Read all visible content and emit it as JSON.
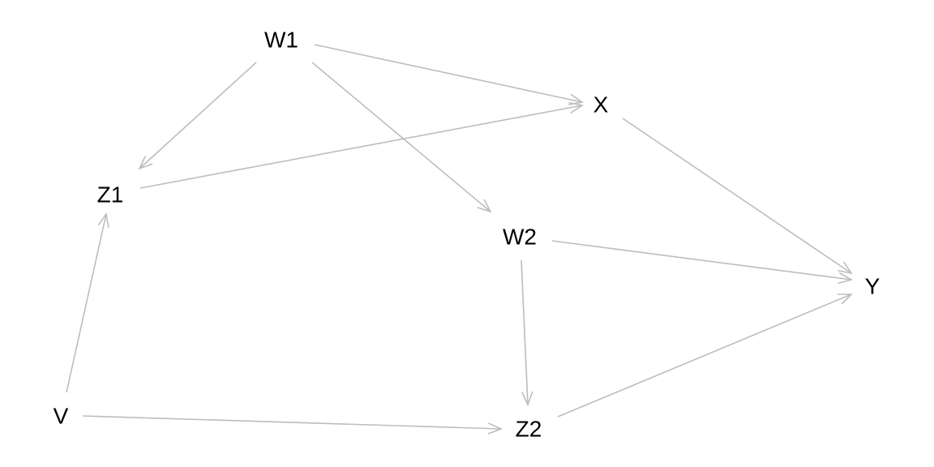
{
  "nodes": [
    {
      "id": "W1",
      "label": "W1"
    },
    {
      "id": "X",
      "label": "X"
    },
    {
      "id": "Z1",
      "label": "Z1"
    },
    {
      "id": "W2",
      "label": "W2"
    },
    {
      "id": "Y",
      "label": "Y"
    },
    {
      "id": "V",
      "label": "V"
    },
    {
      "id": "Z2",
      "label": "Z2"
    }
  ],
  "edges": [
    {
      "from": "W1",
      "to": "X"
    },
    {
      "from": "W1",
      "to": "Z1"
    },
    {
      "from": "W1",
      "to": "W2"
    },
    {
      "from": "Z1",
      "to": "X"
    },
    {
      "from": "X",
      "to": "Y"
    },
    {
      "from": "W2",
      "to": "Y"
    },
    {
      "from": "W2",
      "to": "Z2"
    },
    {
      "from": "V",
      "to": "Z1"
    },
    {
      "from": "V",
      "to": "Z2"
    },
    {
      "from": "Z2",
      "to": "Y"
    }
  ],
  "colors": {
    "edge": "#bdbdbd",
    "label": "#000000",
    "background": "#ffffff"
  }
}
